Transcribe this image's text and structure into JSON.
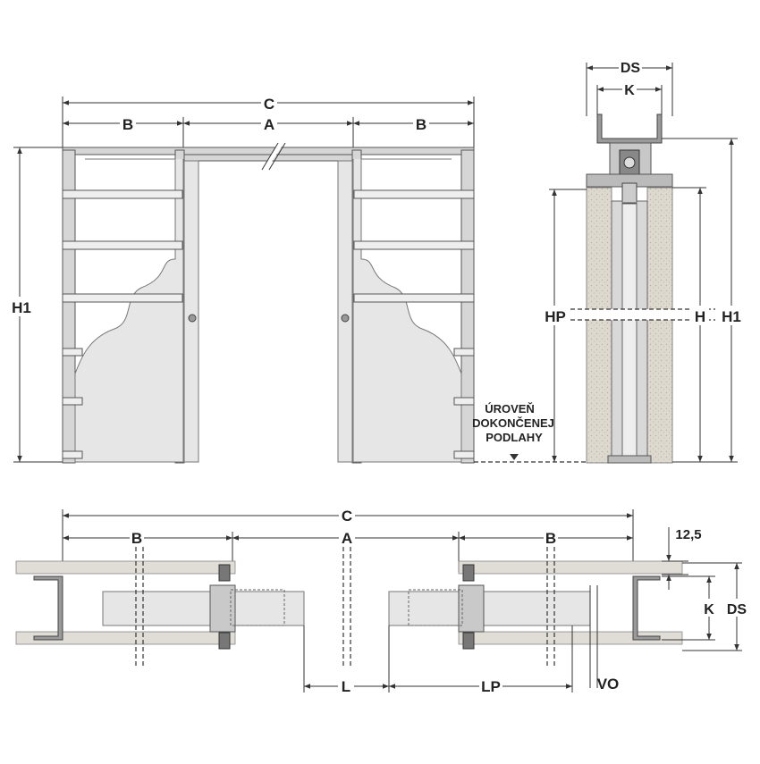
{
  "labels": {
    "front": {
      "C": "C",
      "A": "A",
      "B_left": "B",
      "B_right": "B",
      "H1": "H1"
    },
    "section": {
      "DS": "DS",
      "K": "K",
      "HP": "HP",
      "H": "H",
      "H1": "H1"
    },
    "floor_note": [
      "ÚROVEŇ",
      "DOKONČENEJ",
      "PODLAHY"
    ],
    "plan": {
      "C": "C",
      "A": "A",
      "B_left": "B",
      "B_right": "B",
      "thickness": "12,5",
      "K": "K",
      "DS": "DS",
      "L": "L",
      "LP": "LP",
      "VO": "VO"
    }
  },
  "colors": {
    "line": "#333333",
    "frame": "#d6d6d6",
    "panel": "#e6e6e6",
    "wall": "#e0ddd6"
  }
}
